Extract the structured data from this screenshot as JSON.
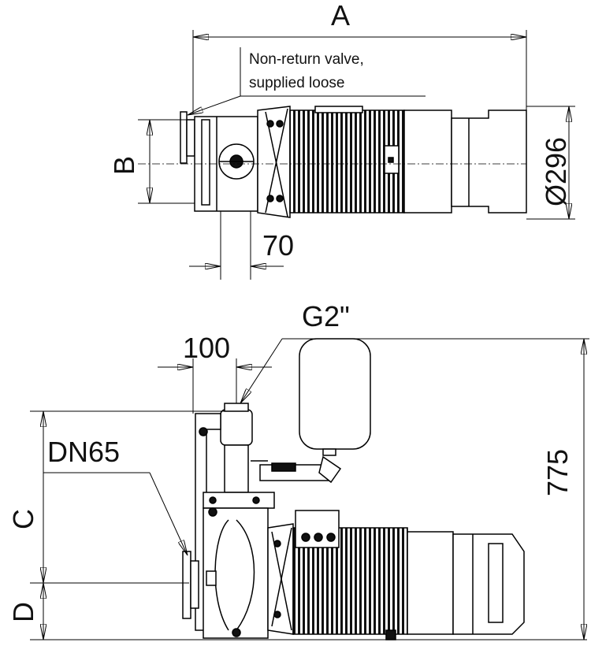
{
  "dimensions": {
    "A": "A",
    "B": "B",
    "C": "C",
    "D": "D",
    "diameter": "Ø296",
    "d70": "70",
    "d100": "100",
    "d775": "775",
    "g2": "G2\"",
    "dn65": "DN65"
  },
  "notes": {
    "valve_line1": "Non-return valve,",
    "valve_line2": "supplied loose"
  }
}
